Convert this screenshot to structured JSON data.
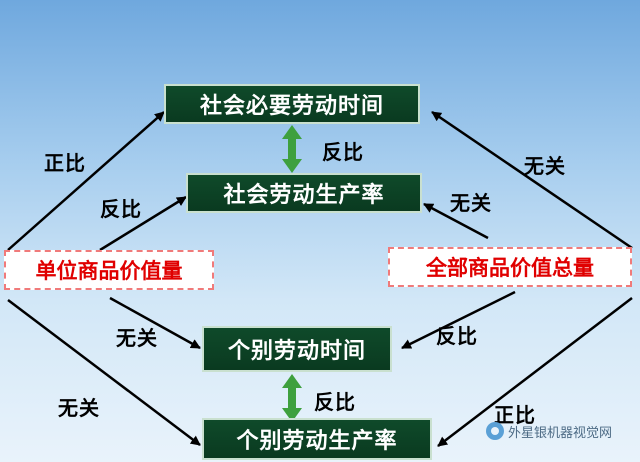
{
  "diagram": {
    "nodes": {
      "social_necessary_time": "社会必要劳动时间",
      "social_productivity": "社会劳动生产率",
      "unit_value": "单位商品价值量",
      "total_value": "全部商品价值总量",
      "individual_time": "个别劳动时间",
      "individual_productivity": "个别劳动生产率"
    },
    "labels": {
      "unit_to_necessary": "正比",
      "unit_to_social_productivity": "反比",
      "unit_to_individual_time": "无关",
      "unit_to_individual_productivity": "无关",
      "total_to_necessary": "无关",
      "total_to_social_productivity": "无关",
      "total_to_individual_time": "反比",
      "total_to_individual_productivity": "正比",
      "between_top": "反比",
      "between_bottom": "反比"
    },
    "colors": {
      "node_fill": "#0f4a2a",
      "highlight_text": "#e00000",
      "double_arrow": "#3ea03e"
    }
  },
  "watermark": {
    "icon": "wechat-icon",
    "text": "外星银机器视觉网"
  }
}
